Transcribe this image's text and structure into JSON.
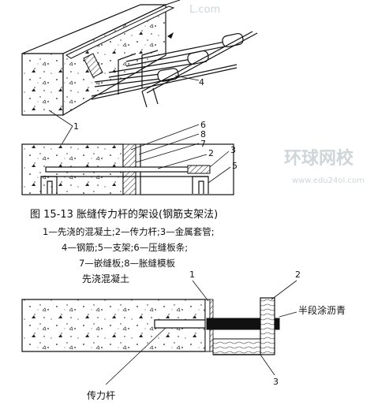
{
  "watermarks": {
    "top": "L.com",
    "brand": "环球网校",
    "url": "www.edu24ol.com"
  },
  "perspective_view": {
    "callouts": {
      "1": "1",
      "4": "4"
    }
  },
  "section_view": {
    "callouts": {
      "6": "6",
      "8": "8",
      "7": "7",
      "2": "2",
      "3": "3",
      "5": "5"
    }
  },
  "caption": {
    "title": "图 15-13   胀缝传力杆的架设(钢筋支架法)",
    "lines": [
      "1—先浇的混凝土;2—传力杆;3—金属套管;",
      "4—钢筋;5—支架;6—压缝板条;",
      "7—嵌缝板;8—胀缝模板"
    ]
  },
  "bottom_view": {
    "label_concrete": "先浇混凝土",
    "label_asphalt": "半段涂沥青",
    "label_dowel": "传力杆",
    "callouts": {
      "1": "1",
      "2": "2",
      "3": "3"
    }
  }
}
